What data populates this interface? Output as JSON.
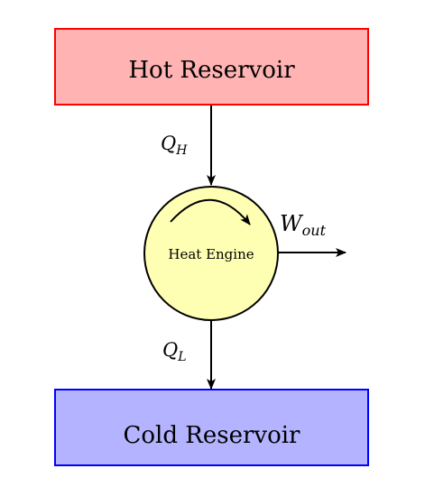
{
  "hot_reservoir": {
    "label": "Hot Reservoir",
    "fill": "#ffb3b3",
    "stroke": "#ff0000"
  },
  "cold_reservoir": {
    "label": "Cold Reservoir",
    "fill": "#b3b3ff",
    "stroke": "#0000ff"
  },
  "engine": {
    "label": "Heat Engine",
    "fill": "#ffffb3",
    "stroke": "#000000"
  },
  "heat_in": {
    "symbol": "Q",
    "subscript": "H"
  },
  "heat_out": {
    "symbol": "Q",
    "subscript": "L"
  },
  "work_out": {
    "symbol": "W",
    "subscript": "out"
  }
}
